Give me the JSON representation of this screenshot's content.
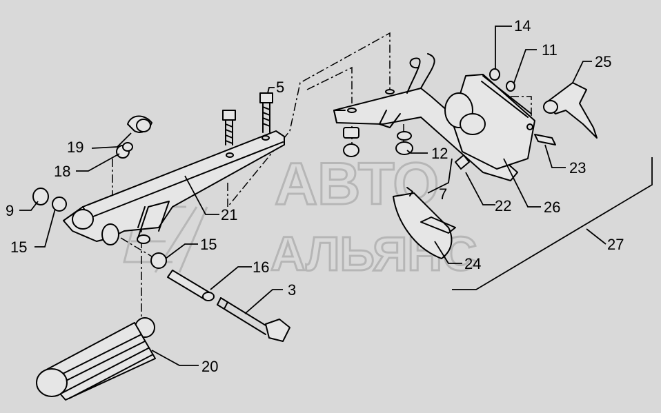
{
  "watermark": {
    "line1": "АВТО",
    "line2": "АЛЬЯНС"
  },
  "callouts": [
    "14",
    "11",
    "25",
    "5",
    "19",
    "18",
    "12",
    "23",
    "9",
    "7",
    "22",
    "26",
    "21",
    "15",
    "15",
    "27",
    "16",
    "24",
    "3",
    "20"
  ],
  "colors": {
    "background": "#d9d9d9",
    "line": "#000000",
    "watermark": "#9a9a9a"
  }
}
